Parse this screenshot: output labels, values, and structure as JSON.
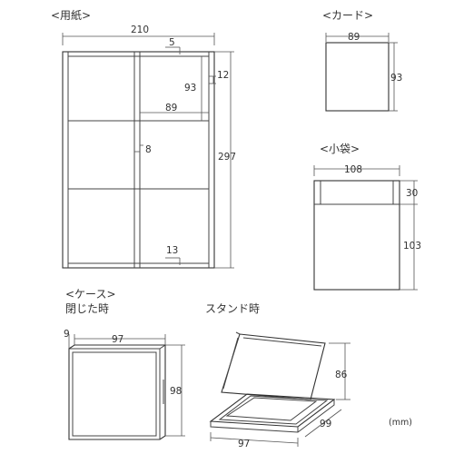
{
  "sections": {
    "paper": {
      "title": "<用紙>",
      "dims": {
        "width": "210",
        "height": "297",
        "gap5": "5",
        "gap12": "12",
        "h93": "93",
        "w89": "89",
        "gap8": "8",
        "gap13": "13"
      }
    },
    "card": {
      "title": "<カード>",
      "dims": {
        "width": "89",
        "height": "93"
      }
    },
    "pouch": {
      "title": "<小袋>",
      "dims": {
        "width": "108",
        "flap": "30",
        "height": "103"
      }
    },
    "case": {
      "title": "<ケース>",
      "subtitle": "閉じた時",
      "dims": {
        "depth": "9",
        "width": "97",
        "height": "98"
      }
    },
    "stand": {
      "title": "スタンド時",
      "dims": {
        "height": "86",
        "depth": "99",
        "width": "97"
      }
    }
  },
  "unit": "(mm)"
}
